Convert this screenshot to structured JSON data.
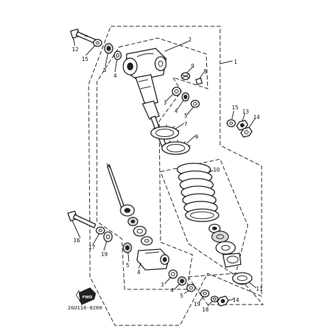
{
  "diagram": {
    "part_code": "2GU110-8200",
    "fwd_mark": "FWD",
    "callouts": [
      "1",
      "2",
      "3",
      "4",
      "5",
      "6",
      "7",
      "8",
      "9",
      "10",
      "11",
      "12",
      "13",
      "14",
      "15",
      "16",
      "17",
      "18",
      "19"
    ]
  }
}
